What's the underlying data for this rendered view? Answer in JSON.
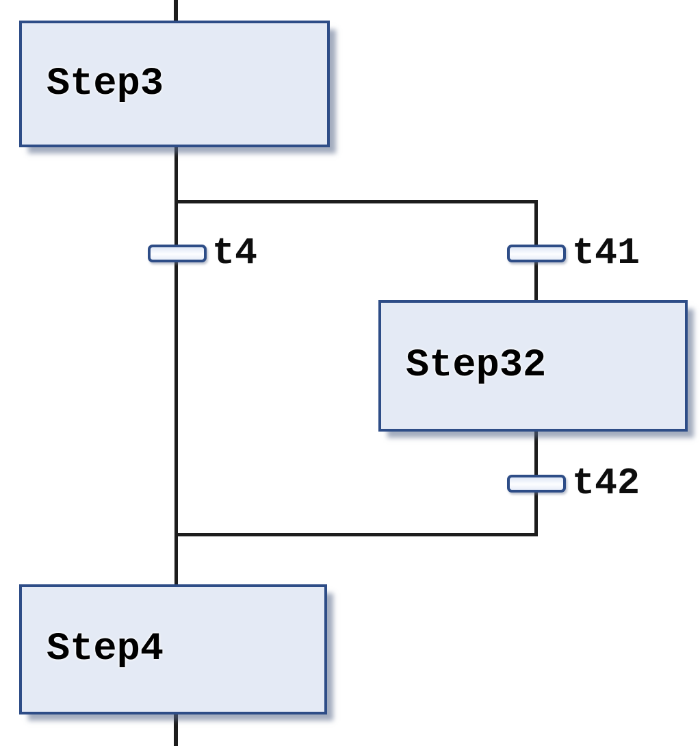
{
  "diagram": {
    "kind": "sfc-sequential-function-chart",
    "steps": [
      {
        "name": "Step3"
      },
      {
        "name": "Step32"
      },
      {
        "name": "Step4"
      }
    ],
    "transitions": [
      {
        "name": "t4"
      },
      {
        "name": "t41"
      },
      {
        "name": "t42"
      }
    ],
    "structure": {
      "sequence": [
        "Step3",
        "alternative-branch",
        "Step4"
      ],
      "branch": {
        "type": "alternative",
        "left_path": [
          "t4"
        ],
        "right_path": [
          "t41",
          "Step32",
          "t42"
        ]
      }
    },
    "colors": {
      "background": "#ffffff",
      "line": "#1d1d1d",
      "step_fill": "#e4eaf5",
      "step_border": "#2e4d87",
      "transition_fill": "#eef2fb",
      "transition_border": "#2e4d87"
    }
  }
}
